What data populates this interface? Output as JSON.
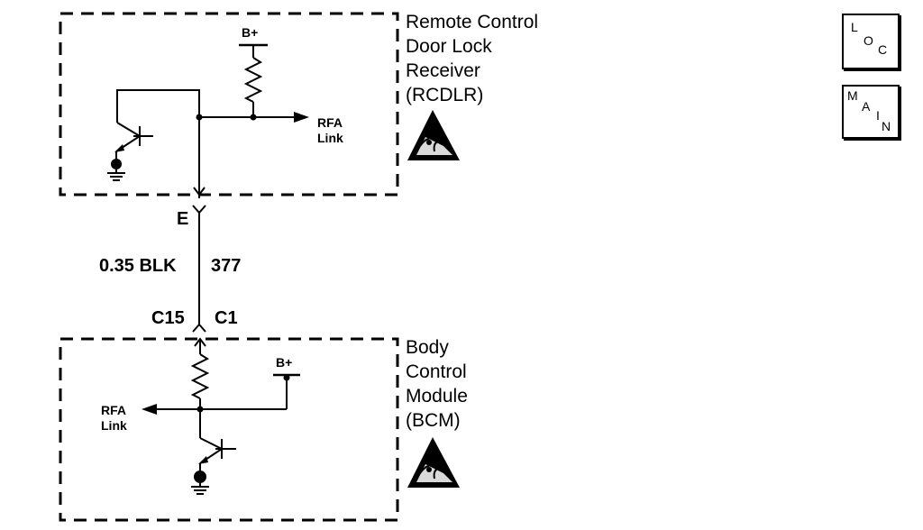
{
  "top_module": {
    "name_lines": [
      "Remote Control",
      "Door Lock",
      "Receiver",
      "(RCDLR)"
    ],
    "supply_label": "B+",
    "link_label_lines": [
      "RFA",
      "Link"
    ]
  },
  "bottom_module": {
    "name_lines": [
      "Body",
      "Control",
      "Module",
      "(BCM)"
    ],
    "supply_label": "B+",
    "link_label_lines": [
      "RFA",
      "Link"
    ]
  },
  "connections": {
    "top_pin": "E",
    "wire_gauge_color": "0.35 BLK",
    "circuit_number": "377",
    "bottom_pin": "C15",
    "bottom_connector": "C1"
  },
  "nav_icons": {
    "loc": [
      "L",
      "O",
      "C"
    ],
    "main": [
      "M",
      "A",
      "I",
      "N"
    ]
  },
  "icon_names": [
    "esd-warning-icon",
    "ground-icon",
    "resistor-icon",
    "transistor-icon",
    "arrow-icon"
  ],
  "colors": {
    "line": "#000000",
    "background": "#ffffff"
  }
}
